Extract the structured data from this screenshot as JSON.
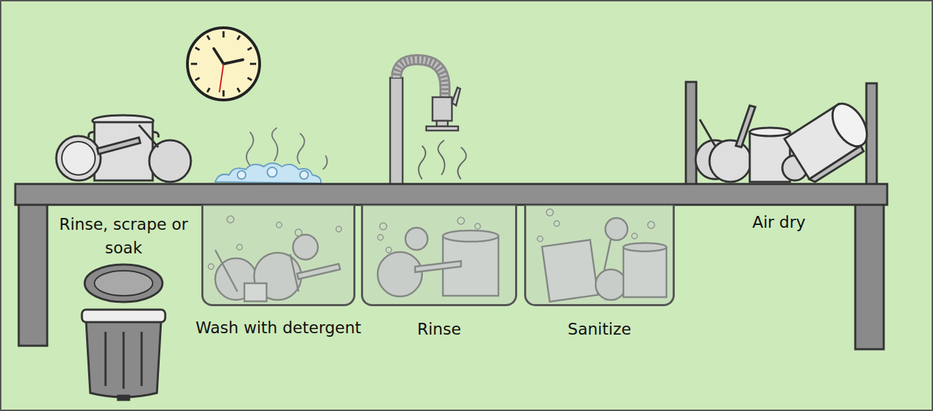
{
  "diagram": {
    "nodes": [
      {
        "text": [
          "Wash with detergent"
        ]
      },
      {
        "text": [
          "Rinse"
        ]
      },
      {
        "text": [
          "Sanitize"
        ]
      }
    ],
    "labels": [
      "Rinse, scrape or soak",
      "Air dry"
    ]
  }
}
